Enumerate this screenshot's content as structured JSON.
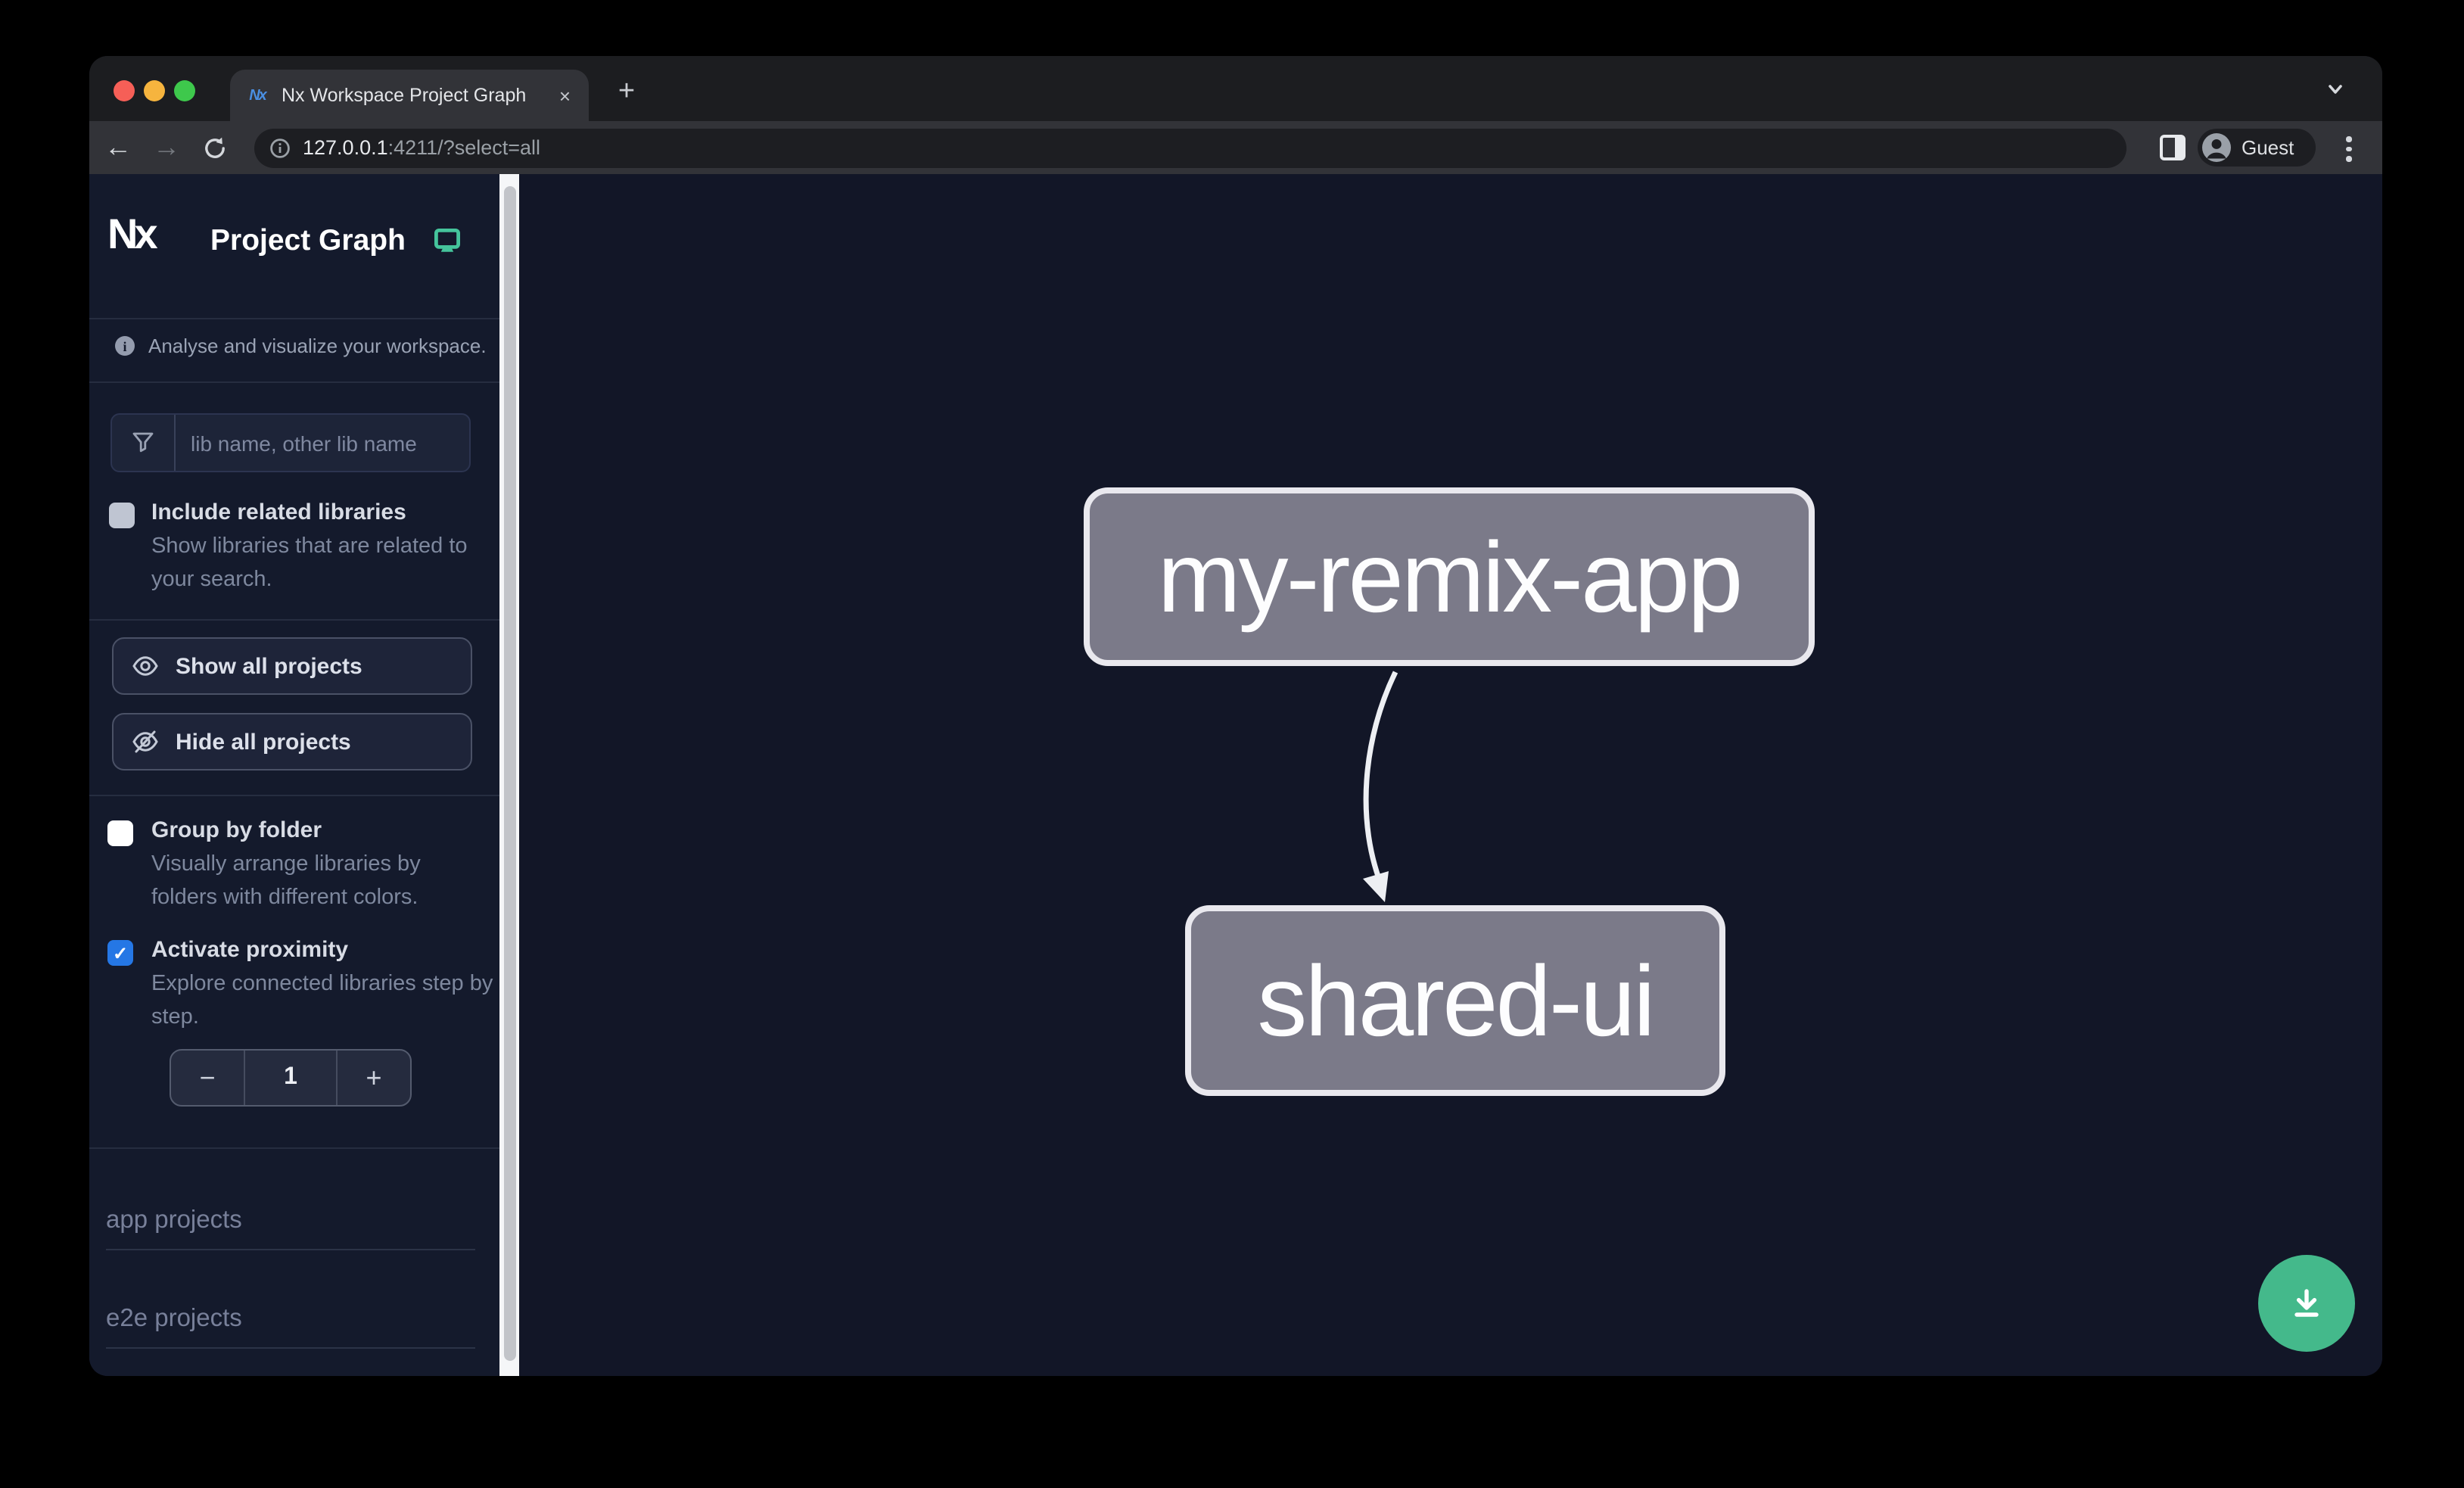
{
  "browser": {
    "tab": {
      "favicon_text": "Nx",
      "title": "Nx Workspace Project Graph",
      "close_label": "×",
      "new_tab_label": "+"
    },
    "toolbar": {
      "back_glyph": "←",
      "forward_glyph": "→",
      "url_host": "127.0.0.1",
      "url_rest": ":4211/?select=all",
      "profile_label": "Guest"
    }
  },
  "sidebar": {
    "logo_text": "Nx",
    "app_title": "Project Graph",
    "info_glyph": "i",
    "tagline": "Analyse and visualize your workspace.",
    "search_placeholder": "lib name, other lib name",
    "include_related": {
      "title": "Include related libraries",
      "description": "Show libraries that are related to your search.",
      "checked": false
    },
    "show_all_label": "Show all projects",
    "hide_all_label": "Hide all projects",
    "group_by_folder": {
      "title": "Group by folder",
      "description": "Visually arrange libraries by folders with different colors.",
      "checked": false
    },
    "activate_proximity": {
      "title": "Activate proximity",
      "description": "Explore connected libraries step by step.",
      "checked": true,
      "check_glyph": "✓"
    },
    "stepper": {
      "decrement_label": "−",
      "value": "1",
      "increment_label": "+"
    },
    "sections": [
      {
        "label": "app projects"
      },
      {
        "label": "e2e projects"
      }
    ]
  },
  "graph": {
    "nodes": [
      {
        "id": "my-remix-app"
      },
      {
        "id": "shared-ui"
      }
    ],
    "edges": [
      {
        "source": "my-remix-app",
        "target": "shared-ui"
      }
    ]
  },
  "colors": {
    "accent_teal": "#45c49c",
    "fab_green": "#44b98b",
    "checkbox_blue": "#2577e5",
    "node_fill": "#7b7a89",
    "node_border": "#e9e8ee",
    "canvas_bg": "#121627",
    "sidebar_bg": "#141a2c"
  }
}
